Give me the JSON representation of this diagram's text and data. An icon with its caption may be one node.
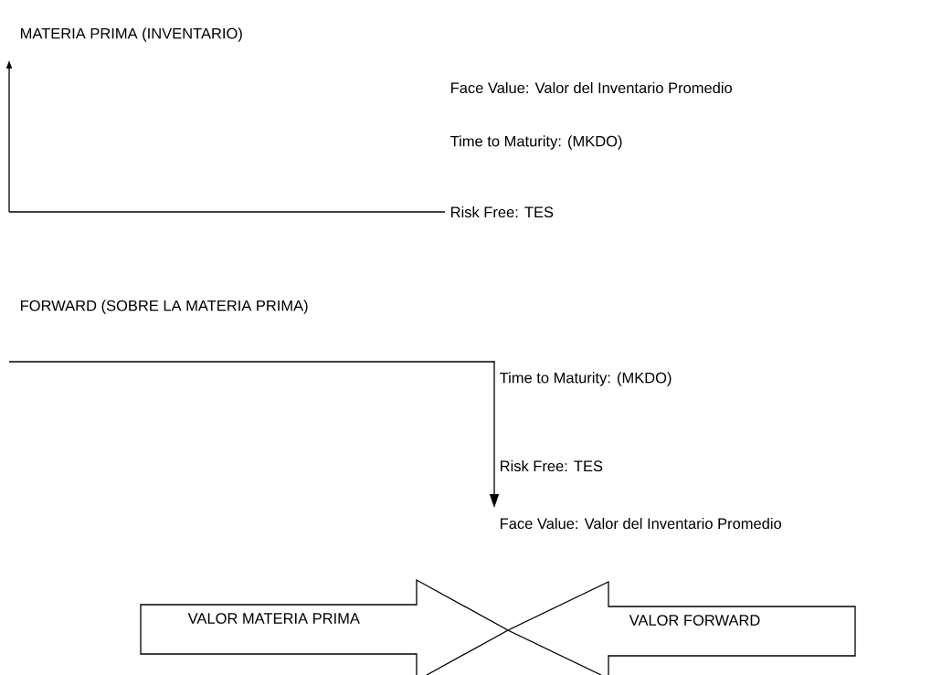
{
  "diagram": {
    "nodes": [
      {
        "text": [
          "VALOR MATERIA PRIMA"
        ]
      },
      {
        "text": [
          "VALOR FORWARD"
        ]
      }
    ],
    "labels": [
      "MATERIA PRIMA (INVENTARIO)",
      "Face Value: Valor del Inventario Promedio",
      "Time to Maturity: (MKDO)",
      "Risk Free: TES",
      "FORWARD (SOBRE LA MATERIA PRIMA)",
      "Time to Maturity: (MKDO)",
      "Risk Free: TES",
      "Face Value: Valor del Inventario Promedio"
    ]
  }
}
